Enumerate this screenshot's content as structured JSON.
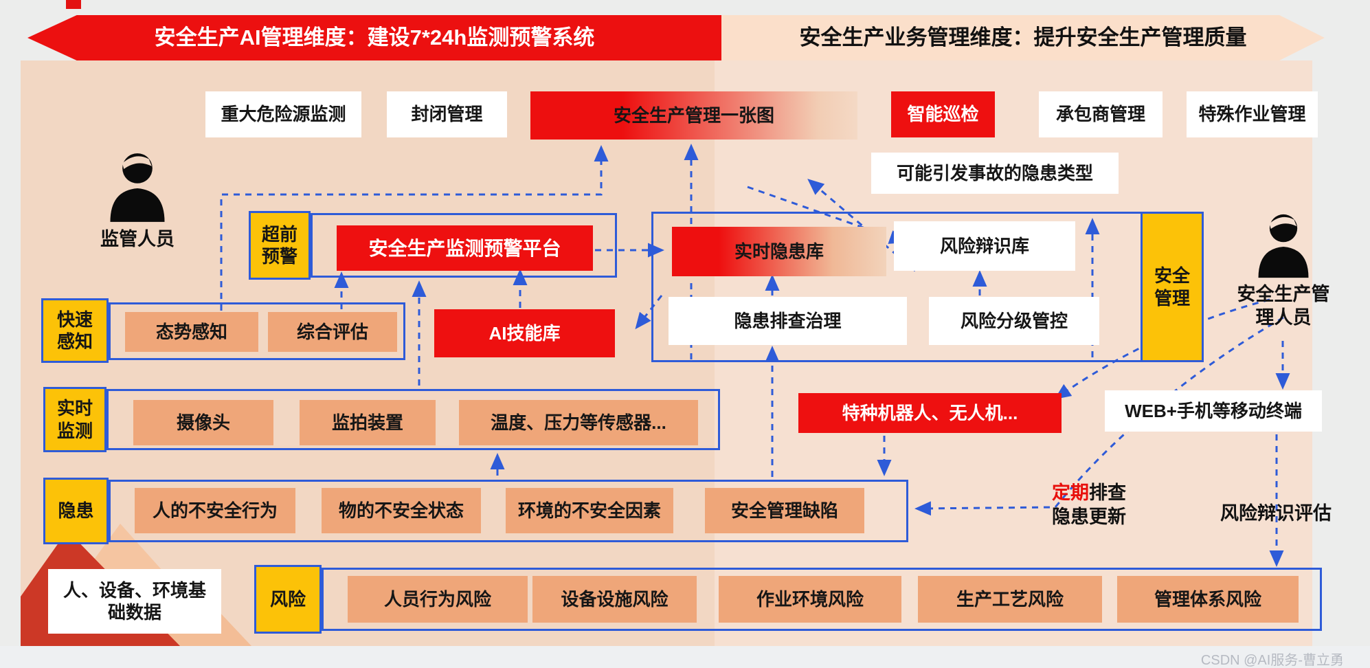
{
  "banners": {
    "ai_dimension": "安全生产AI管理维度：建设7*24h监测预警系统",
    "business_dimension": "安全生产业务管理维度：提升安全生产管理质量"
  },
  "top_row": {
    "major_hazard": "重大危险源监测",
    "closed_mgmt": "封闭管理",
    "one_map": "安全生产管理一张图",
    "smart_inspection": "智能巡检",
    "contractor": "承包商管理",
    "special_ops": "特殊作业管理"
  },
  "hazard_type_box": "可能引发事故的隐患类型",
  "actors": {
    "supervisor": "监管人员",
    "safety_manager": "安全生产管理人员"
  },
  "platform": {
    "tag": "超前预警",
    "name": "安全生产监测预警平台"
  },
  "perception": {
    "tag": "快速感知",
    "situation": "态势感知",
    "evaluation": "综合评估",
    "ai_library": "AI技能库"
  },
  "management": {
    "realtime_hazard_db": "实时隐患库",
    "risk_identify_db": "风险辩识库",
    "hazard_investigation": "隐患排查治理",
    "risk_grading": "风险分级管控",
    "side_tag": "安全管理"
  },
  "monitoring": {
    "tag": "实时监测",
    "camera": "摄像头",
    "photo_device": "监拍装置",
    "sensors": "温度、压力等传感器..."
  },
  "devices": {
    "robots": "特种机器人、无人机...",
    "terminals": "WEB+手机等移动终端"
  },
  "hidden_danger": {
    "tag": "隐患",
    "human": "人的不安全行为",
    "object": "物的不安全状态",
    "environment": "环境的不安全因素",
    "management": "安全管理缺陷"
  },
  "base_data": "人、设备、环境基础数据",
  "risk": {
    "tag": "风险",
    "behavior": "人员行为风险",
    "equipment": "设备设施风险",
    "environment": "作业环境风险",
    "process": "生产工艺风险",
    "system": "管理体系风险"
  },
  "annotations": {
    "periodic_red": "定期",
    "periodic_black": "排查",
    "periodic_line2": "隐患更新",
    "risk_assessment": "风险辩识评估"
  },
  "watermark": "CSDN @AI服务-曹立勇",
  "colors": {
    "red": "#ee1010",
    "yellow": "#fcc208",
    "blue": "#2e5bd8",
    "orange_box": "#efa679",
    "panel_left": "#f2d7c3",
    "panel_right": "#f6e0d1",
    "banner_peach": "#fbdfca"
  }
}
